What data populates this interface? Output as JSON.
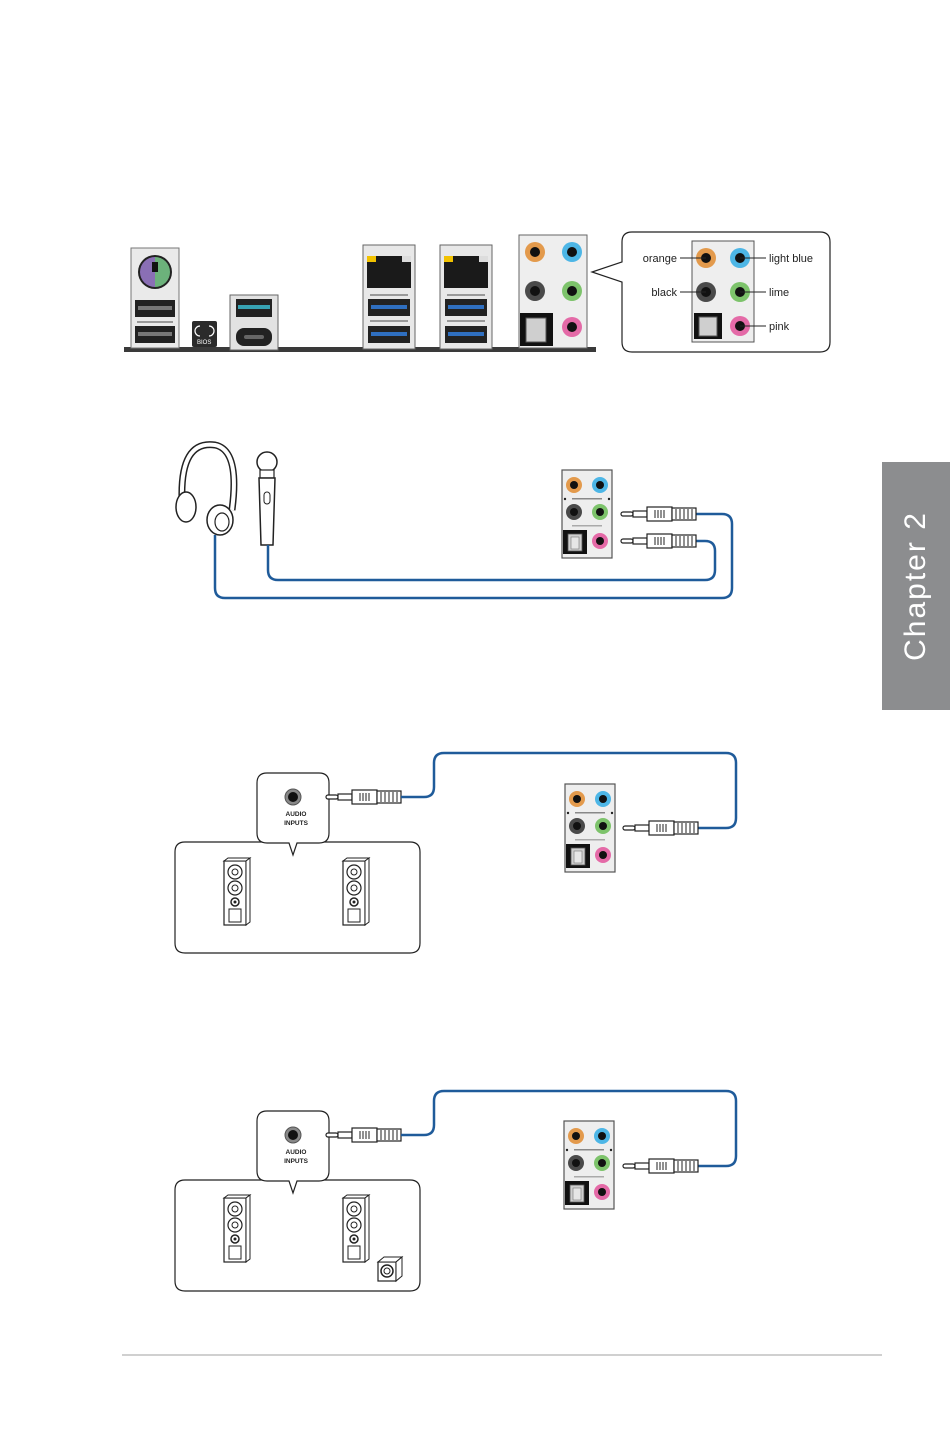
{
  "page": {
    "chapter_tab": "Chapter 2"
  },
  "rear_panel": {
    "bios_button_label": "BIOS",
    "audio_callout": {
      "labels_left": [
        "orange",
        "black"
      ],
      "labels_right": [
        "light blue",
        "lime",
        "pink"
      ]
    }
  },
  "speaker_diagrams": {
    "audio_inputs_label_line1": "AUDIO",
    "audio_inputs_label_line2": "INPUTS"
  },
  "colors": {
    "cable": "#1f5b9a",
    "orange_jack": "#e39a4c",
    "light_blue_jack": "#4db6e6",
    "black_jack": "#4a4a4a",
    "lime_jack": "#7dc36b",
    "pink_jack": "#e46aa7",
    "chapter_tab": "#8c8d8f"
  }
}
